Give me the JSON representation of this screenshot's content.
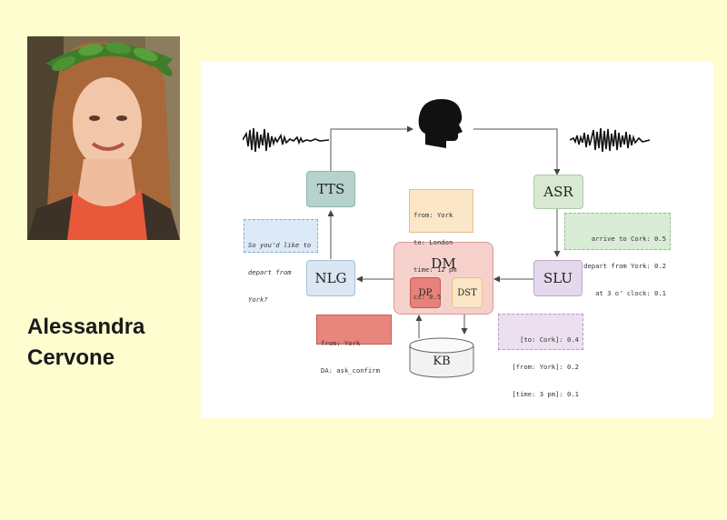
{
  "speaker": {
    "name_line1": "Alessandra",
    "name_line2": "Cervone"
  },
  "diagram": {
    "modules": {
      "tts": "TTS",
      "asr": "ASR",
      "nlg": "NLG",
      "slu": "SLU",
      "dm": "DM",
      "dp": "DP",
      "dst": "DST",
      "kb": "KB"
    },
    "notes": {
      "tts_prompt": [
        "So you'd like to",
        "depart from",
        "York?"
      ],
      "dst_state": [
        "from: York",
        "to: London",
        "time: 12 pm",
        "cs: 0.5"
      ],
      "asr_hypotheses": [
        "arrive to Cork: 0.5",
        "depart from York: 0.2",
        "at 3 o' clock: 0.1"
      ],
      "dp_action": [
        "from: York",
        "DA: ask_confirm"
      ],
      "slu_slots": [
        "[to: Cork]: 0.4",
        "[from: York]: 0.2",
        "[time: 3 pm]: 0.1"
      ]
    },
    "colors": {
      "tts": "#b5d2cc",
      "asr": "#d7e9d3",
      "nlg": "#dae6f2",
      "slu": "#e4d9ec",
      "dm": "#f6d1cc",
      "dp": "#e7817a",
      "dst": "#fbe6c6",
      "note_blue": "#dbe9f8",
      "note_orange": "#fbe6c8",
      "note_green": "#d9ecd6",
      "note_red": "#e8867e",
      "note_purple": "#ebdff0"
    }
  }
}
